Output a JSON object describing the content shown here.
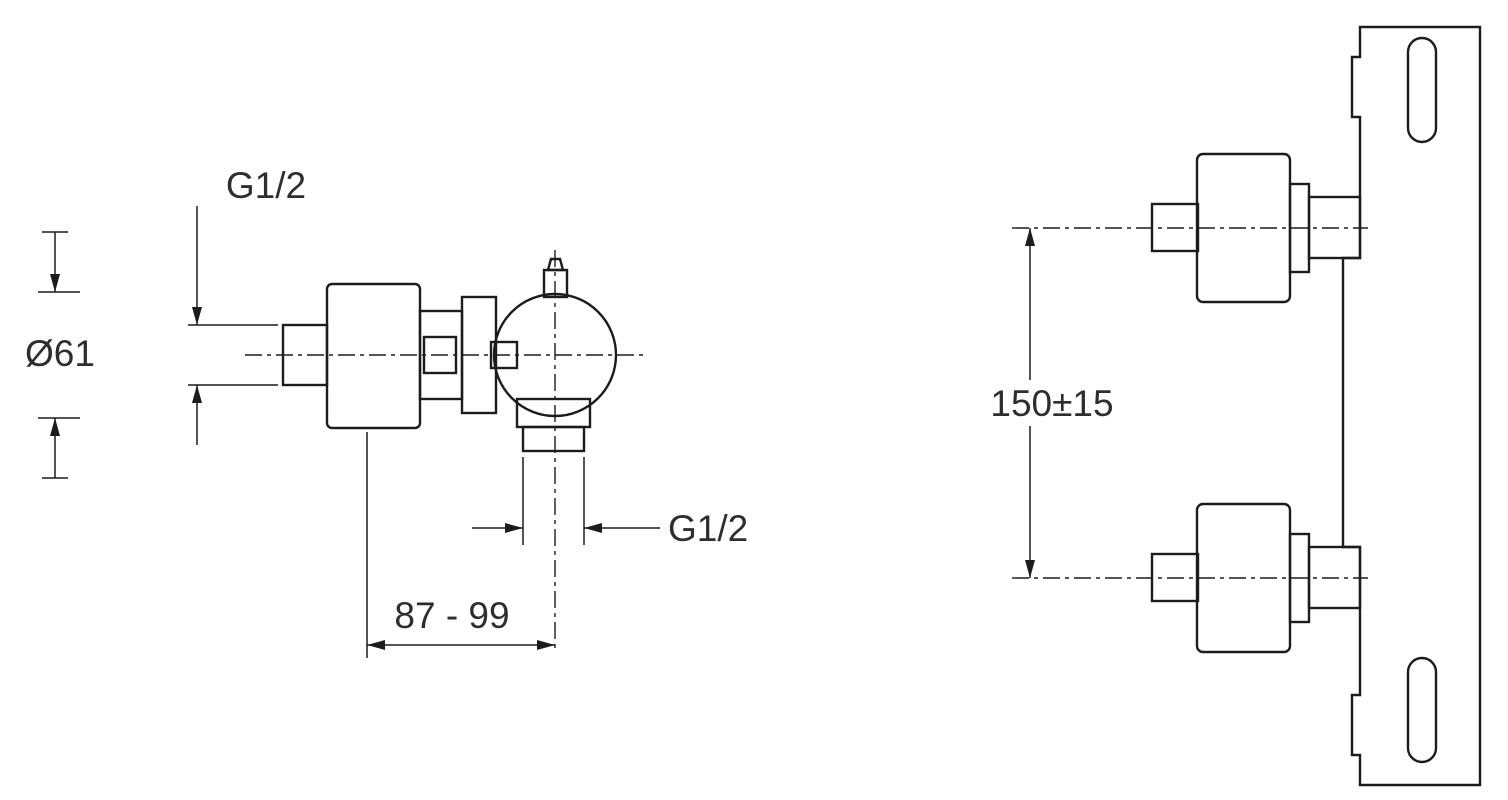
{
  "colors": {
    "background": "#ffffff",
    "line": "#1c1c1c",
    "text": "#2e2e2e"
  },
  "side_view": {
    "dimensions": {
      "inlet_thread": "G1/2",
      "body_diameter": "Ø61",
      "outlet_thread": "G1/2",
      "wall_distance_range": "87 - 99"
    }
  },
  "front_view": {
    "dimensions": {
      "port_center_distance": "150±15"
    }
  }
}
